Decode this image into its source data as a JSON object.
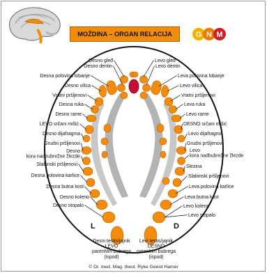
{
  "title": "MOŽDINA – ORGAN RELACIJA",
  "logo": {
    "letters": [
      "G",
      "N",
      "M"
    ],
    "colors": [
      "#f6b100",
      "#ee7a00",
      "#d31c24"
    ]
  },
  "colors": {
    "organ": "#f28c0c",
    "outline": "#c45e00",
    "center_red": "#c8102e",
    "brain_path": "#b3b3b3"
  },
  "labels_left": [
    "Desno gleđ",
    "Desno dentin",
    "Desna polovina lobanje",
    "Desno vilica",
    "Vratni pršljenovi",
    "Desna ruka",
    "Desno rame",
    "LEVO srčani mišić",
    "Desno dijafragma",
    "Grudni pršljenovi",
    "Desno\nkora nadbubrežne žlezde",
    "Slabinski pršljenovi",
    "Desna polovina karlice",
    "Desna butna kost",
    "Desno koleno",
    "Desno stopalo"
  ],
  "labels_right": [
    "Levo gleđ",
    "Levo dentin",
    "Leva polovina lobanje",
    "Levo vilica",
    "Vratni pršljenovi",
    "Leva ruka",
    "Levo rame",
    "DESNO srčani mišić",
    "Levo dijafragma",
    "Grudni pršljenovi",
    "Levo\nkora nadbubrežne žlezde",
    "Slezina",
    "Slabinski pršljenovi",
    "Leva polovina karlice",
    "Leva butna kost",
    "Levo koleno",
    "Levo stopalo"
  ],
  "side_left": "L",
  "side_right": "D",
  "bottom_left": "Desni testis/jajnik\nLEVO\nparenhim bubrega\n(ispod)",
  "bottom_right": "Levi testis/jajnik\nDESNO\nparenhim bubrega\n(ispod)",
  "copyright": "© Dr. med. Mag. theol. Ryke Geerd Hamer"
}
